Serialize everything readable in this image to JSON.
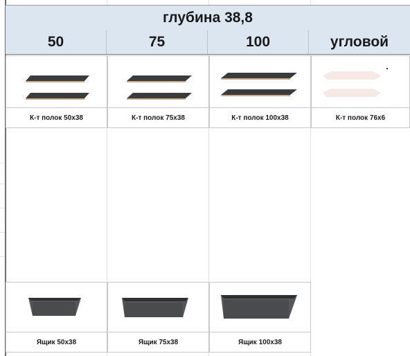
{
  "table": {
    "title": "глубина 38,8",
    "sizes": [
      "50",
      "75",
      "100",
      "угловой"
    ]
  },
  "shelves": [
    {
      "label": "К-т полок 50х38",
      "color": "#3a3b3d"
    },
    {
      "label": "К-т полок 75х38",
      "color": "#3a3b3d"
    },
    {
      "label": "К-т полок 100х38",
      "color": "#3a3b3d"
    },
    {
      "label": "К-т полок 76х6",
      "color": "#f6e9e6"
    }
  ],
  "drawers": [
    {
      "label": "Ящик 50х38",
      "color": "#4a4b4d"
    },
    {
      "label": "Ящик 75х38",
      "color": "#4a4b4d"
    },
    {
      "label": "Ящик 100х38",
      "color": "#4a4b4d"
    }
  ]
}
